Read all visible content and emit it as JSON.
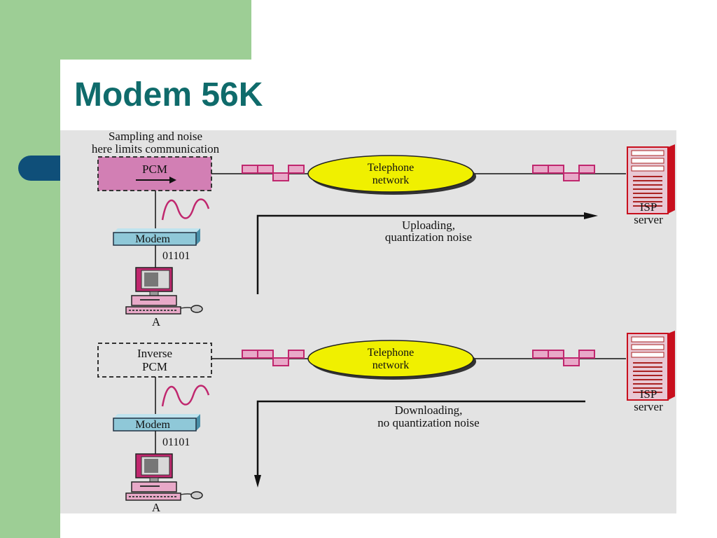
{
  "slide": {
    "title": "Modem 56K"
  },
  "diagram": {
    "top_note_line1": "Sampling and noise",
    "top_note_line2": "here limits communication",
    "pcm_label": "PCM",
    "inverse_pcm_line1": "Inverse",
    "inverse_pcm_line2": "PCM",
    "modem_label": "Modem",
    "bits": "01101",
    "computer_label": "A",
    "network_line1": "Telephone",
    "network_line2": "network",
    "isp_line1": "ISP",
    "isp_line2": "server",
    "upload_line1": "Uploading,",
    "upload_line2": "quantization noise",
    "download_line1": "Downloading,",
    "download_line2": "no quantization noise"
  },
  "colors": {
    "accent_green": "#9dce95",
    "title_teal": "#0f6b6b",
    "pill_navy": "#0f4f79",
    "pcm_pink": "#d27fb4",
    "signal_pink": "#c0276e",
    "network_yellow": "#f0f000",
    "modem_blue": "#8fc8d8",
    "server_red": "#c8101e"
  }
}
